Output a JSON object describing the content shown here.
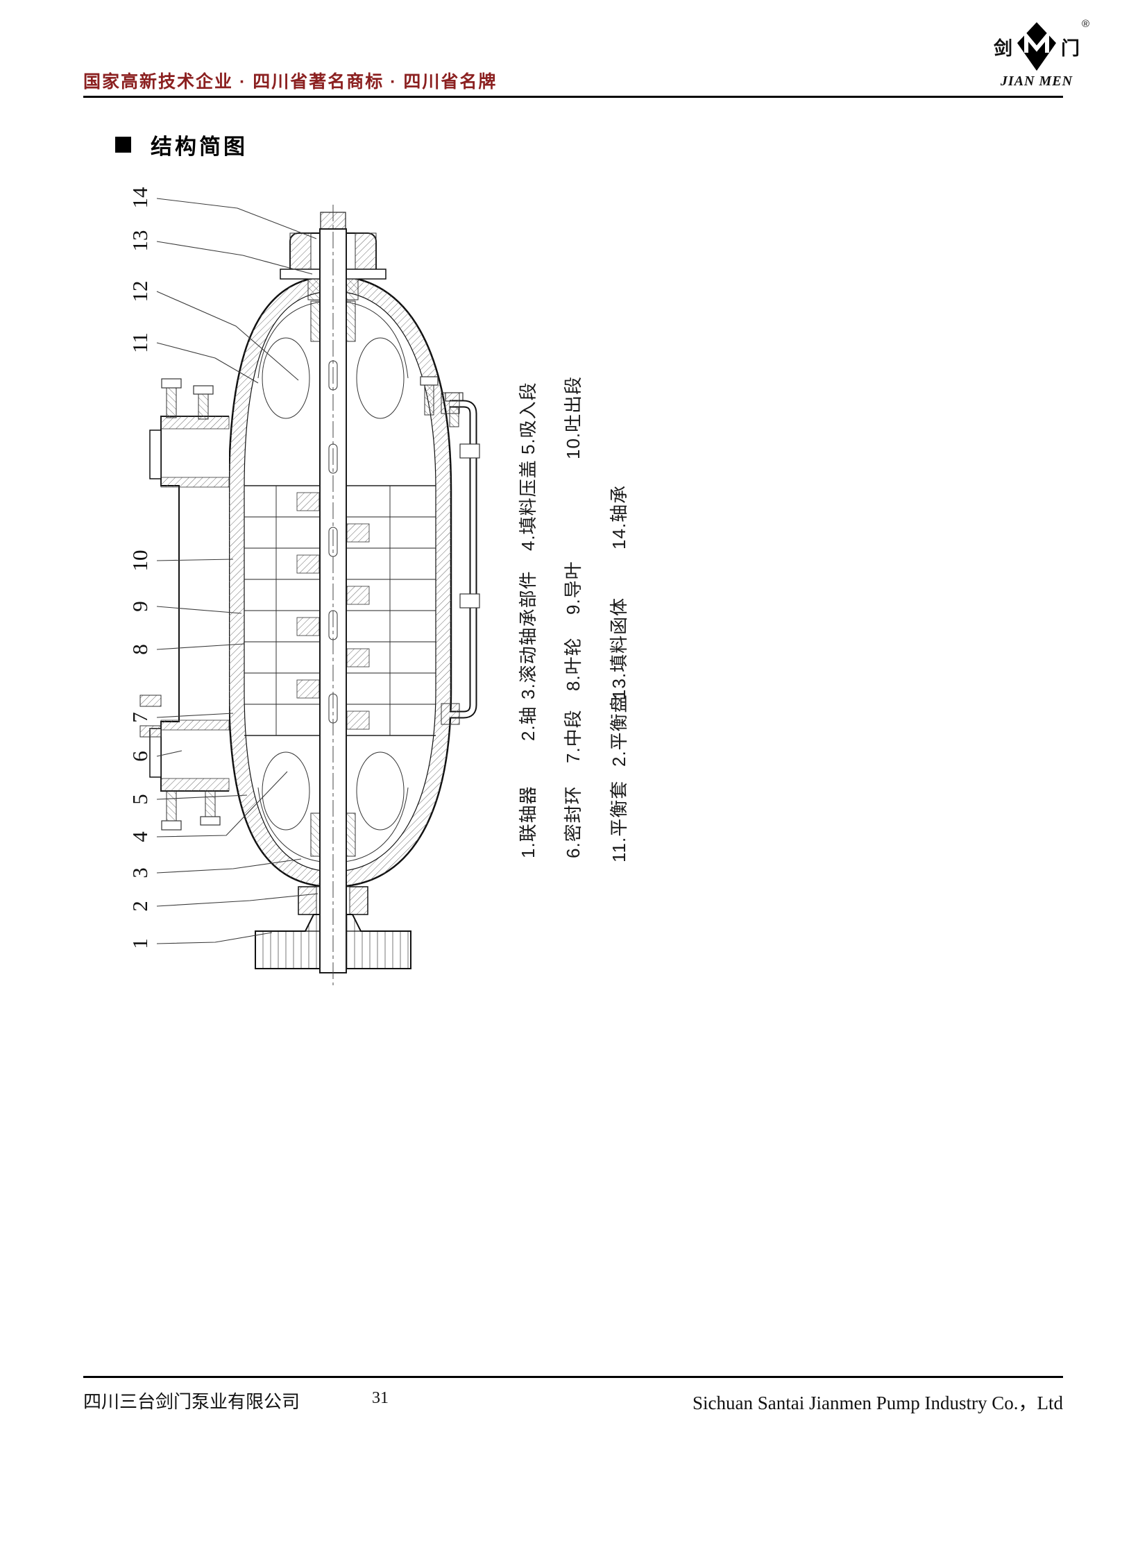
{
  "header": {
    "slogan": "国家高新技术企业 · 四川省著名商标 · 四川省名牌"
  },
  "logo": {
    "char_left": "剑",
    "char_right": "门",
    "registered_mark": "®",
    "brand_en": "JIAN MEN"
  },
  "section": {
    "title": "结构简图"
  },
  "icons": {
    "section_bullet": "square-bullet",
    "logo_emblem": "jianmen-diamond-m"
  },
  "diagram": {
    "callouts": [
      "14",
      "13",
      "12",
      "11",
      "10",
      "9",
      "8",
      "7",
      "6",
      "5",
      "4",
      "3",
      "2",
      "1"
    ],
    "legend": {
      "col1": [
        "1.联轴器",
        "2.轴",
        "3.滚动轴承部件",
        "4.填料压盖",
        "5.吸入段"
      ],
      "col2": [
        "6.密封环",
        "7.中段",
        "8.叶轮",
        "9.导叶",
        "10.吐出段"
      ],
      "col3": [
        "11.平衡套",
        "2.平衡盘",
        "13.填料函体",
        "14.轴承"
      ]
    }
  },
  "footer": {
    "company_cn": "四川三台剑门泵业有限公司",
    "page_number": "31",
    "company_en": "Sichuan Santai Jianmen Pump Industry Co.，Ltd"
  },
  "colors": {
    "accent_red": "#8b2020",
    "ink": "#1a1a1a"
  }
}
